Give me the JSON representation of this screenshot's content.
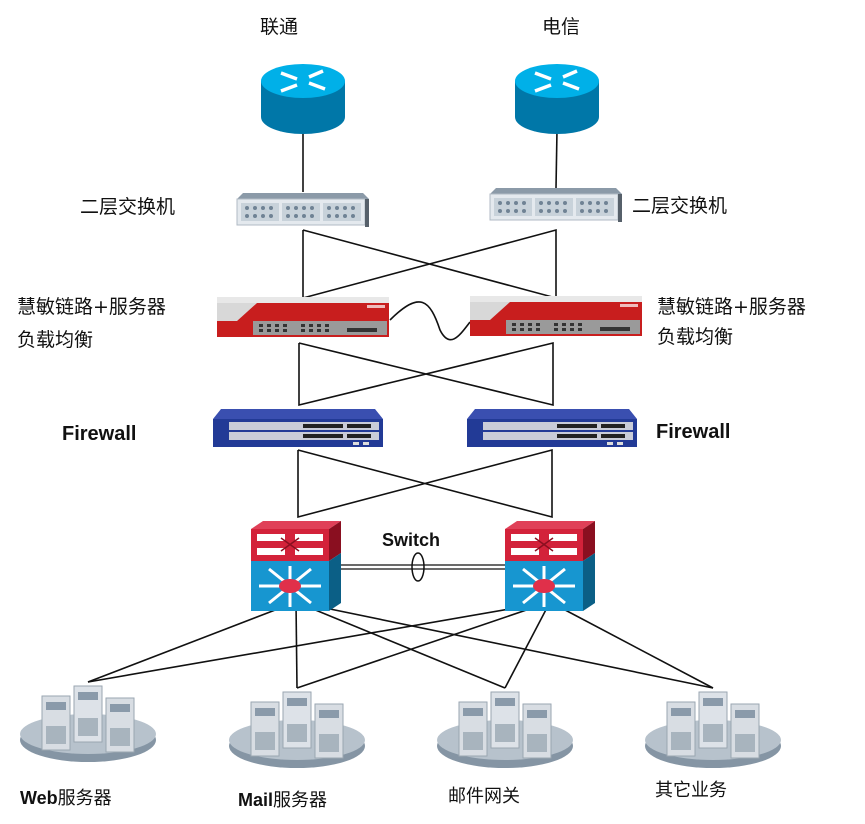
{
  "isp": {
    "left": "联通",
    "right": "电信"
  },
  "l2_switch": {
    "left": "二层交换机",
    "right": "二层交换机"
  },
  "load_balancer": {
    "left": {
      "line1": "慧敏链路+服务器",
      "line2": "负载均衡"
    },
    "right": {
      "line1": "慧敏链路+服务器",
      "line2": "负载均衡"
    }
  },
  "firewall": {
    "left": "Firewall",
    "right": "Firewall"
  },
  "core": {
    "link_label": "Switch"
  },
  "servers": [
    {
      "prefix": "Web",
      "label": "服务器"
    },
    {
      "prefix": "Mail",
      "label": "服务器"
    },
    {
      "prefix": "",
      "label": "邮件网关"
    },
    {
      "prefix": "",
      "label": "其它业务"
    }
  ],
  "colors": {
    "router": "#00a8e0",
    "lb": "#d42a2a",
    "firewall": "#2a3f9a",
    "core_top": "#d3223a",
    "core_bottom": "#1796d0",
    "server": "#c8ced6"
  }
}
